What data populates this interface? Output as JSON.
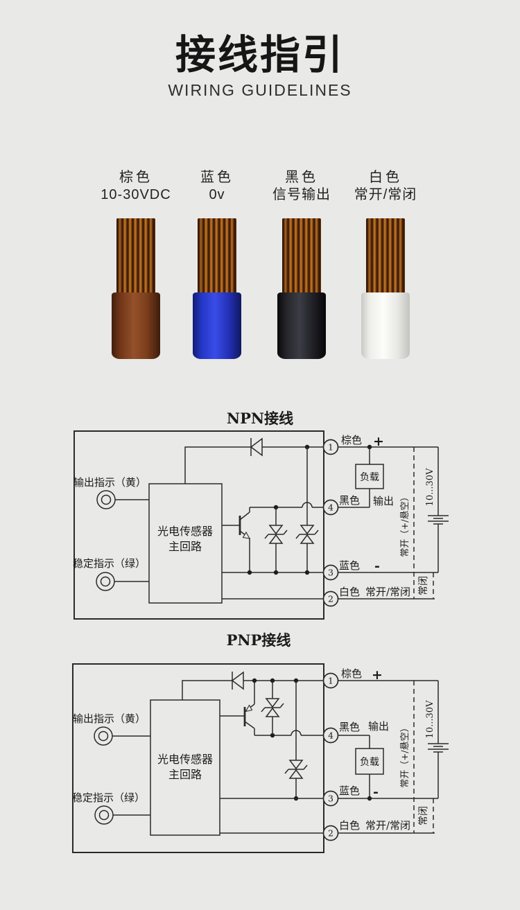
{
  "page": {
    "background": "#e9e9e7",
    "line_color": "#2a2a2a"
  },
  "header": {
    "title": "接线指引",
    "subtitle": "WIRING GUIDELINES"
  },
  "legend": {
    "items": [
      {
        "label": "棕色",
        "sublabel": "10-30VDC",
        "color_hex": "#7a3a1c"
      },
      {
        "label": "蓝色",
        "sublabel": "0v",
        "color_hex": "#2b3bd4"
      },
      {
        "label": "黑色",
        "sublabel": "信号输出",
        "color_hex": "#1c1c20"
      },
      {
        "label": "白色",
        "sublabel": "常开/常闭",
        "color_hex": "#f2f2f0"
      }
    ]
  },
  "npn": {
    "title": "NPN接线",
    "output_indicator": "输出指示（黄）",
    "stable_indicator": "稳定指示（绿）",
    "main_box_line1": "光电传感器",
    "main_box_line2": "主回路",
    "load": "负载",
    "terminal1": {
      "num": "1",
      "wire": "棕色",
      "sign": "+"
    },
    "terminal4": {
      "num": "4",
      "wire": "黑色",
      "note": "输出"
    },
    "terminal3": {
      "num": "3",
      "wire": "蓝色",
      "sign": "-"
    },
    "terminal2": {
      "num": "2",
      "wire": "白色",
      "note": "常开/常闭"
    },
    "no_label": "常开（+/悬空）",
    "nc_label": "常闭",
    "voltage": "10...30V"
  },
  "pnp": {
    "title": "PNP接线",
    "output_indicator": "输出指示（黄）",
    "stable_indicator": "稳定指示（绿）",
    "main_box_line1": "光电传感器",
    "main_box_line2": "主回路",
    "load": "负载",
    "terminal1": {
      "num": "1",
      "wire": "棕色",
      "sign": "+"
    },
    "terminal4": {
      "num": "4",
      "wire": "黑色",
      "note": "输出"
    },
    "terminal3": {
      "num": "3",
      "wire": "蓝色",
      "sign": "-"
    },
    "terminal2": {
      "num": "2",
      "wire": "白色",
      "note": "常开/常闭"
    },
    "no_label": "常开（+/悬空）",
    "nc_label": "常闭",
    "voltage": "10...30V"
  }
}
